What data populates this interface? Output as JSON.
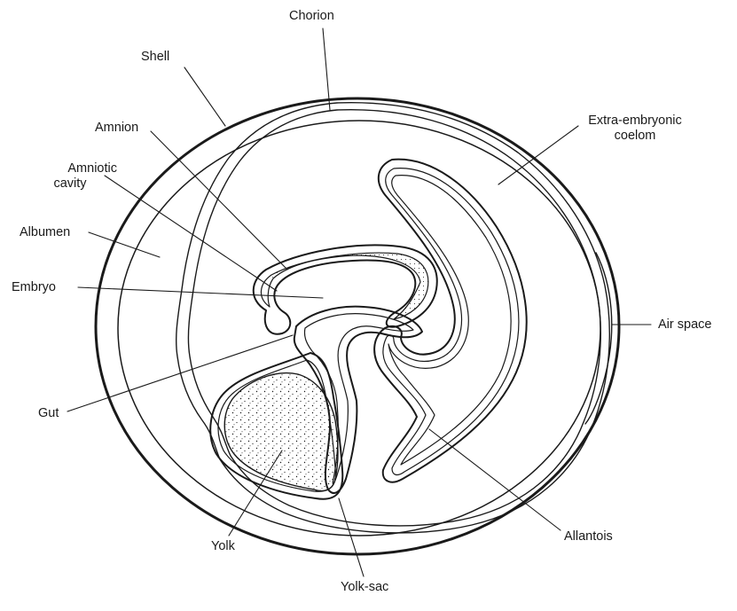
{
  "labels": {
    "chorion": "Chorion",
    "shell": "Shell",
    "amnion": "Amnion",
    "amniotic_cavity_1": "Amniotic",
    "amniotic_cavity_2": "cavity",
    "albumen": "Albumen",
    "embryo": "Embryo",
    "gut": "Gut",
    "yolk": "Yolk",
    "yolk_sac": "Yolk-sac",
    "allantois": "Allantois",
    "air_space": "Air space",
    "extra_embryonic_1": "Extra-embryonic",
    "extra_embryonic_2": "coelom"
  },
  "colors": {
    "ink": "#1a1a1a",
    "background": "#ffffff"
  }
}
